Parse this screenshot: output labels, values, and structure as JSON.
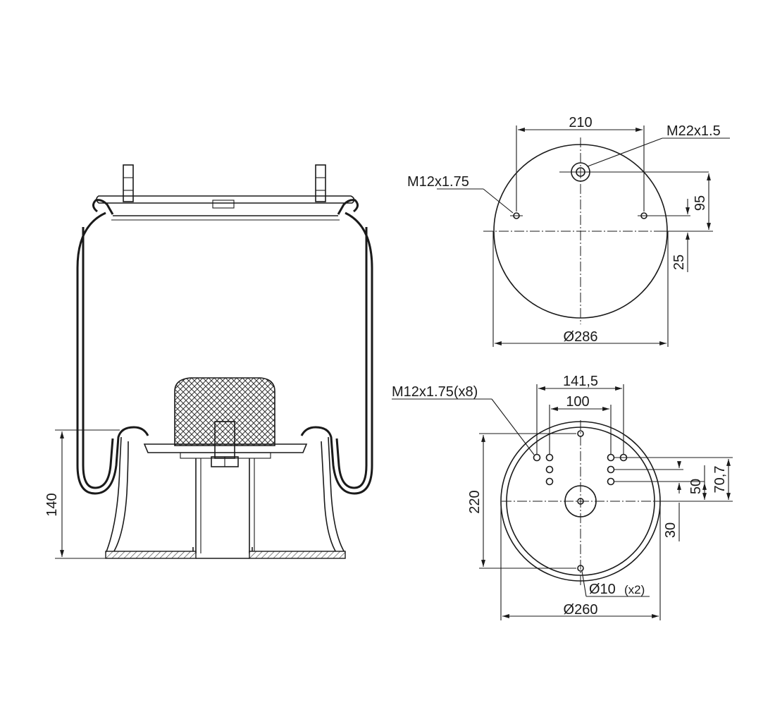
{
  "labels": {
    "side_height": "140",
    "top_spacing": "210",
    "top_thread_center": "M22x1.5",
    "top_thread_studs": "M12x1.75",
    "top_offset_95": "95",
    "top_offset_25": "25",
    "top_diameter": "Ø286",
    "bottom_thread_group": "M12x1.75(x8)",
    "bottom_spacing_outer": "141,5",
    "bottom_spacing_inner": "100",
    "bottom_height": "220",
    "bottom_offset_50": "50",
    "bottom_offset_70": "70,7",
    "bottom_offset_30": "30",
    "bottom_holes": "Ø10",
    "bottom_holes_count": "(x2)",
    "bottom_diameter": "Ø260"
  }
}
